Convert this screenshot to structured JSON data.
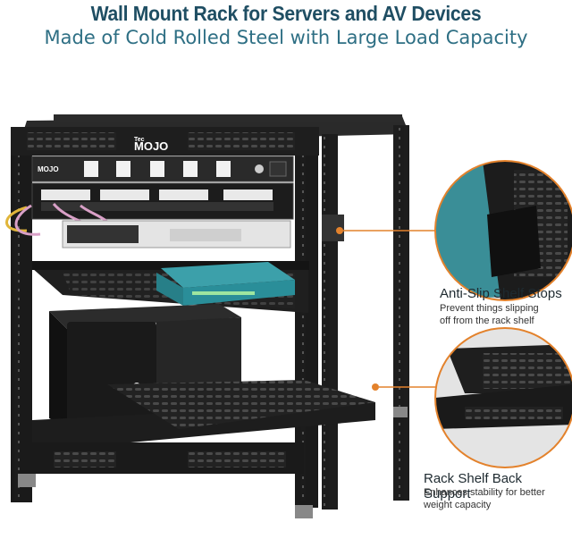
{
  "header": {
    "title": "Wall Mount Rack for Servers and AV Devices",
    "subtitle": "Made of Cold Rolled Steel with Large Load Capacity"
  },
  "brand": {
    "small": "Tec",
    "large": "MOJO"
  },
  "callouts": [
    {
      "title": "Anti-Slip Shelf Stops",
      "description": "Prevent things slipping\noff from the rack shelf"
    },
    {
      "title": "Rack Shelf Back Support",
      "description": "Enhances stability for better\nweight capacity"
    }
  ],
  "colors": {
    "title": "#1f4e63",
    "subtitle": "#2e6f84",
    "accent_orange": "#e3822c",
    "rack_black": "#1a1a1a",
    "switch_teal": "#2e8b95"
  }
}
